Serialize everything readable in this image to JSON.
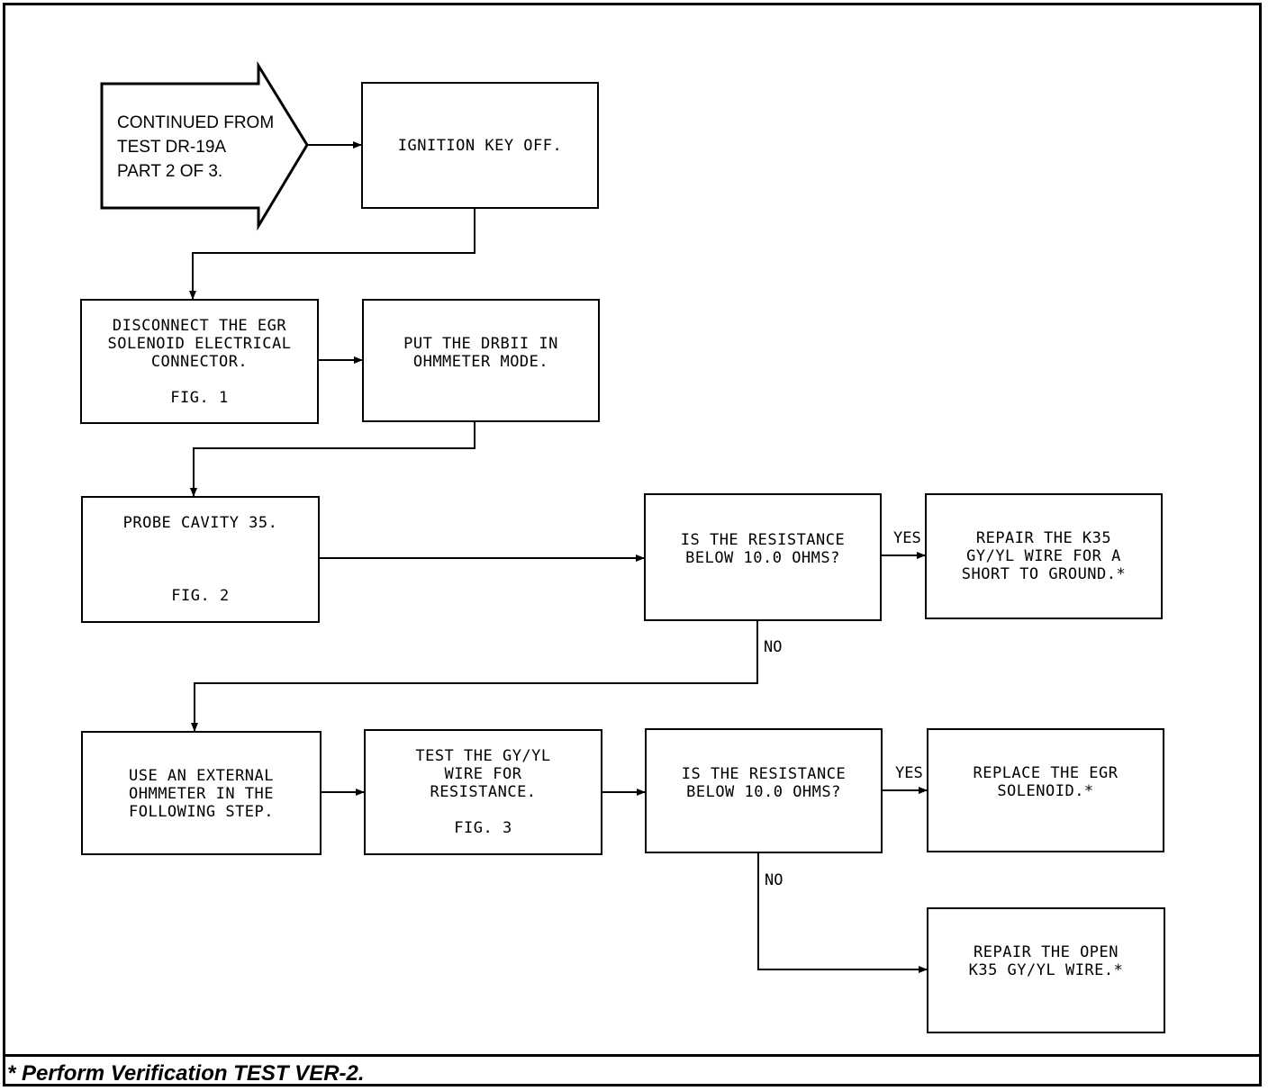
{
  "start": {
    "text": "CONTINUED FROM\nTEST DR-19A\nPART 2 OF 3."
  },
  "boxes": {
    "ignition": {
      "text": "IGNITION KEY OFF."
    },
    "disconnect": {
      "text": "DISCONNECT THE EGR\nSOLENOID ELECTRICAL\nCONNECTOR.",
      "fig": "FIG. 1"
    },
    "drbii": {
      "text": "PUT THE DRBII IN\nOHMMETER MODE."
    },
    "probe": {
      "text": "PROBE CAVITY 35.",
      "fig": "FIG. 2"
    },
    "question1": {
      "text": "IS THE RESISTANCE\nBELOW 10.0 OHMS?"
    },
    "repair_short": {
      "text": "REPAIR THE K35\nGY/YL WIRE FOR A\nSHORT TO GROUND.*"
    },
    "external": {
      "text": "USE AN EXTERNAL\nOHMMETER IN THE\nFOLLOWING STEP."
    },
    "test_wire": {
      "text": "TEST THE GY/YL\nWIRE FOR\nRESISTANCE.",
      "fig": "FIG. 3"
    },
    "question2": {
      "text": "IS THE RESISTANCE\nBELOW 10.0 OHMS?"
    },
    "replace": {
      "text": "REPLACE THE EGR\nSOLENOID.*"
    },
    "repair_open": {
      "text": "REPAIR THE OPEN\nK35 GY/YL WIRE.*"
    }
  },
  "labels": {
    "yes1": "YES",
    "no1": "NO",
    "yes2": "YES",
    "no2": "NO"
  },
  "footer": {
    "text": "* Perform Verification TEST VER-2."
  }
}
